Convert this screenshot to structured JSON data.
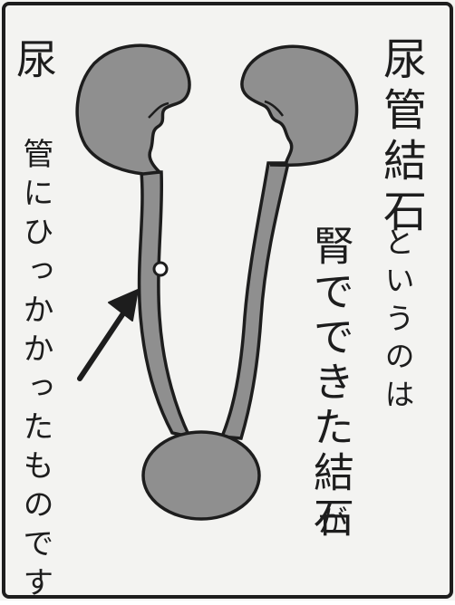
{
  "text": {
    "right_column_1": "尿管結石",
    "right_column_2": "というのは",
    "middle_column_1": "腎でできた結石",
    "middle_column_2": "が",
    "left_column_1": "尿",
    "left_column_2": "管にひっかかったものです"
  },
  "illustration": {
    "organs": [
      "kidney-left",
      "kidney-right",
      "ureter-left",
      "ureter-right",
      "bladder",
      "stone"
    ],
    "colors": {
      "organ_fill": "#8f8f8f",
      "line": "#1d1d1d",
      "stone": "#ffffff",
      "background": "#f3f3f1"
    },
    "icons": [
      "arrow-icon"
    ]
  }
}
